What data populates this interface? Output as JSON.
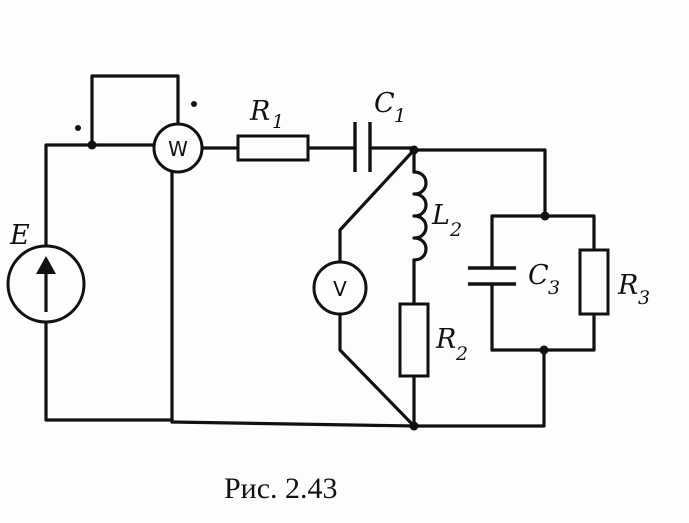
{
  "figure": {
    "caption": "Рис. 2.43"
  },
  "components": {
    "source": {
      "label": "E"
    },
    "wattmeter": {
      "symbol": "W"
    },
    "voltmeter": {
      "symbol": "V"
    },
    "r1": {
      "letter": "R",
      "index": "1"
    },
    "c1": {
      "letter": "C",
      "index": "1"
    },
    "l2": {
      "letter": "L",
      "index": "2"
    },
    "r2": {
      "letter": "R",
      "index": "2"
    },
    "c3": {
      "letter": "C",
      "index": "3"
    },
    "r3": {
      "letter": "R",
      "index": "3"
    }
  }
}
